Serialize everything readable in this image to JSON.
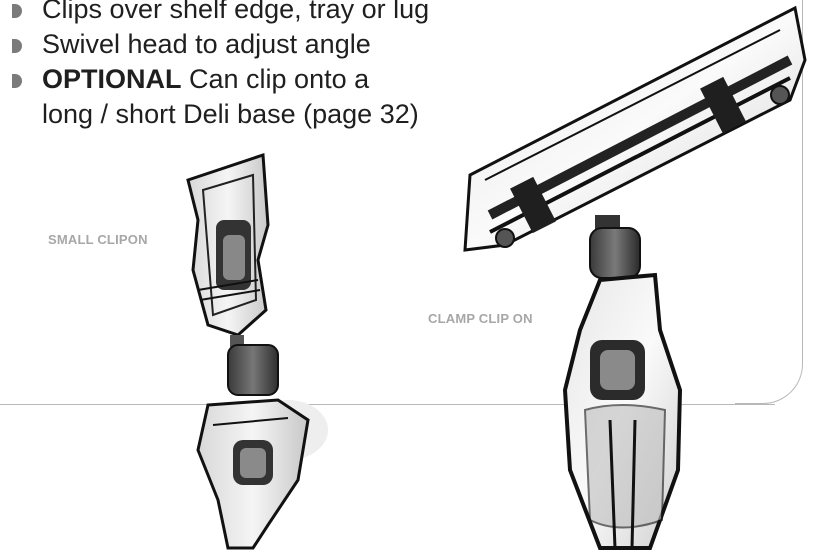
{
  "bullets": [
    {
      "prefix": "",
      "text": "Clips over shelf edge, tray or lug"
    },
    {
      "prefix": "",
      "text": "Swivel head to adjust angle"
    },
    {
      "prefix": "OPTIONAL",
      "text": " Can clip onto a"
    }
  ],
  "bullet_continuation": "long / short Deli base (page 32)",
  "labels": {
    "small": "SMALL CLIPON",
    "clamp": "CLAMP CLIP ON"
  },
  "colors": {
    "bullet": "#7b7b7b",
    "label": "#a7a7a7",
    "frame": "#b8b8b8"
  }
}
